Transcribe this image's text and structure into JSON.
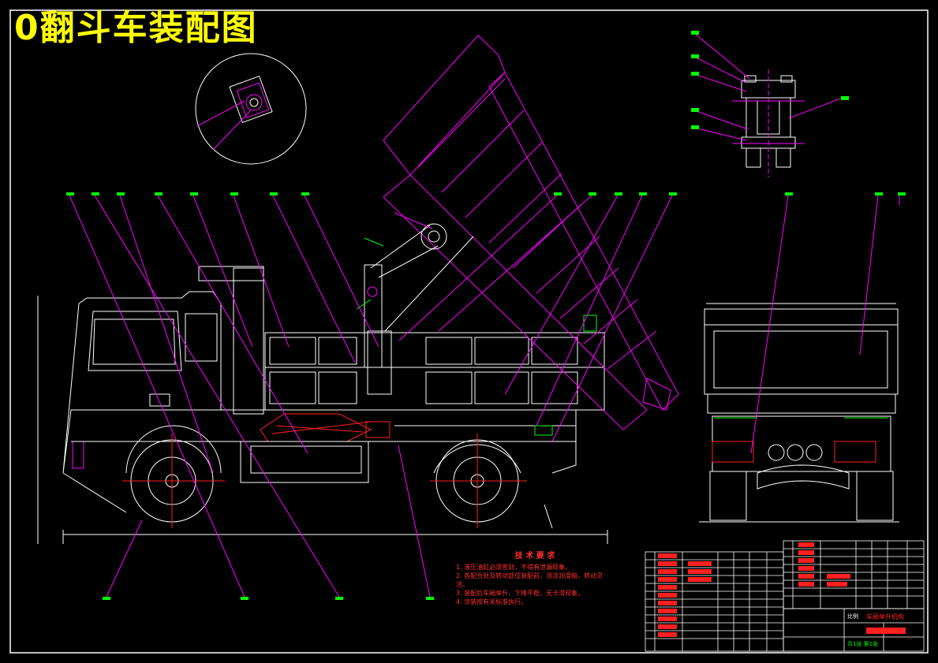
{
  "title": "0翻斗车装配图",
  "tech_requirements": {
    "heading": "技 术 要 求",
    "lines": [
      "1. 液压油缸必须密封，不得有泄漏现象。",
      "2. 各配合处及转动部位装配前，须涂润滑脂，转动灵活。",
      "3. 装配后车厢举升、下降平稳，无卡滞现象。",
      "4. 涂装按有关标准执行。"
    ]
  },
  "title_block": {
    "school": "车厢举升机构",
    "scale_label": "比例",
    "sheet_label": "共1张 第1张"
  },
  "colors": {
    "frame": "#ffffff",
    "leader": "#ff00ff",
    "body": "#ff00ff",
    "title": "#ffff00",
    "notes": "#ff3030",
    "detail": "#00ff00",
    "hydraulic": "#ff2020"
  }
}
